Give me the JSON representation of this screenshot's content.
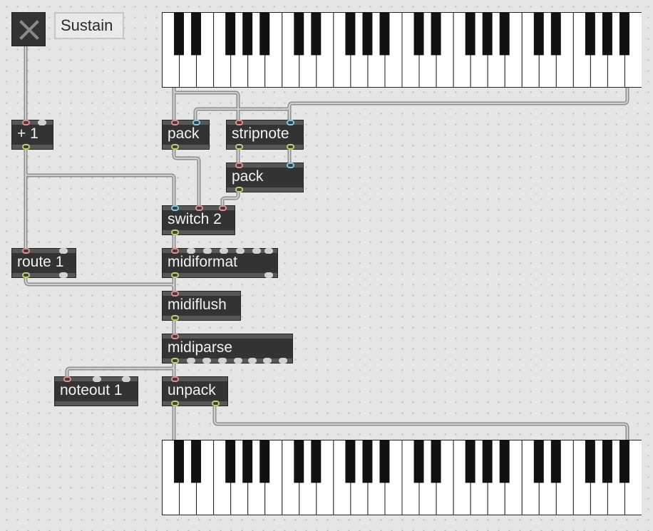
{
  "patcher": {
    "sustain_toggle": {
      "icon": "x-icon",
      "state": "off"
    },
    "sustain_label": "Sustain",
    "objects": {
      "plus_one": "+ 1",
      "pack_a": "pack",
      "stripnote": "stripnote",
      "pack_b": "pack",
      "switch2": "switch 2",
      "route1": "route 1",
      "midiformat": "midiformat",
      "midiflush": "midiflush",
      "midiparse": "midiparse",
      "noteout1": "noteout 1",
      "unpack": "unpack"
    },
    "keyboards": {
      "input": {
        "octaves": 4
      },
      "output": {
        "octaves": 4
      }
    },
    "colors": {
      "canvas": "#e5e5e5",
      "object_body": "#333333",
      "object_bar": "#575757",
      "cable": "#9a9a9a",
      "inlet_left": "#e58a8d",
      "inlet_right": "#7ec9e0",
      "outlet": "#b8d46a"
    }
  }
}
